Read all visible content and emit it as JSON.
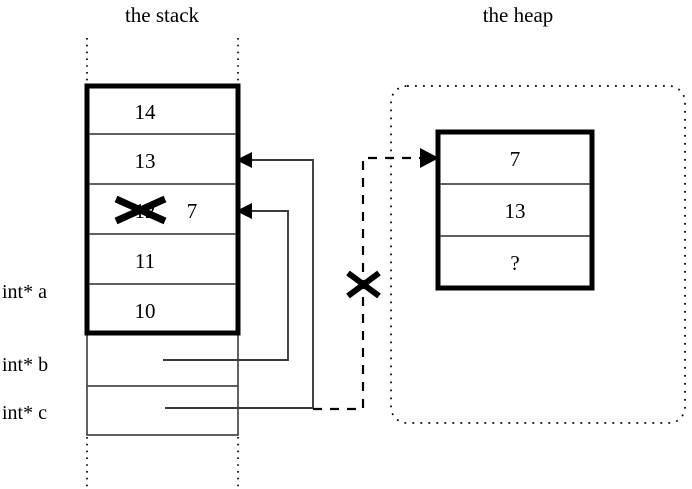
{
  "diagram": {
    "title_stack": "the stack",
    "title_heap": "the heap",
    "stack": {
      "cells": [
        {
          "value": "14",
          "struck": false
        },
        {
          "value": "13",
          "struck": false
        },
        {
          "value": "12",
          "struck": true,
          "replacement": "7"
        },
        {
          "value": "11",
          "struck": false
        },
        {
          "value": "10",
          "struck": false
        }
      ],
      "pointer_slots": [
        {
          "label": "int* a",
          "value": ""
        },
        {
          "label": "int* b",
          "value": ""
        },
        {
          "label": "int* c",
          "value": ""
        }
      ]
    },
    "heap": {
      "cells": [
        {
          "value": "7"
        },
        {
          "value": "13"
        },
        {
          "value": "?"
        }
      ]
    },
    "annotations": {
      "broken_pointer_mark": "X",
      "struck_value_mark": "X"
    },
    "colors": {
      "ink": "#000000",
      "thin_rule": "#3a3a3a",
      "background": "#ffffff"
    }
  }
}
